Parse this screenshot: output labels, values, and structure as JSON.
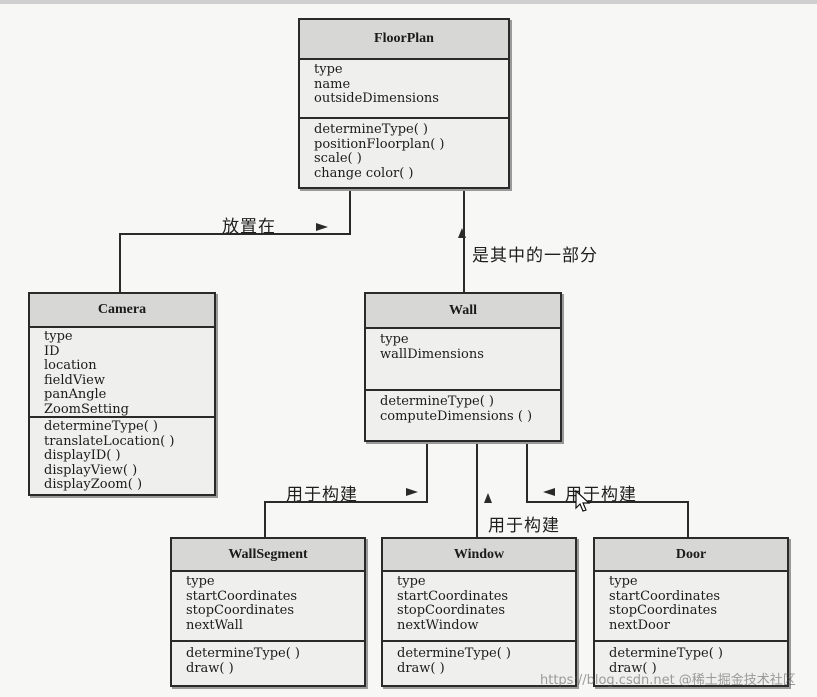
{
  "diagram": {
    "classes": {
      "floorplan": {
        "name": "FloorPlan",
        "attributes": [
          "type",
          "name",
          "outsideDimensions"
        ],
        "methods": [
          "determineType( )",
          "positionFloorplan( )",
          "scale( )",
          "change color( )"
        ]
      },
      "camera": {
        "name": "Camera",
        "attributes": [
          "type",
          "ID",
          "location",
          "fieldView",
          "panAngle",
          "ZoomSetting"
        ],
        "methods": [
          "determineType( )",
          "translateLocation( )",
          "displayID( )",
          "displayView( )",
          "displayZoom( )"
        ]
      },
      "wall": {
        "name": "Wall",
        "attributes": [
          "type",
          "wallDimensions"
        ],
        "methods": [
          "determineType( )",
          "computeDimensions ( )"
        ]
      },
      "wallsegment": {
        "name": "WallSegment",
        "attributes": [
          "type",
          "startCoordinates",
          "stopCoordinates",
          "nextWall"
        ],
        "methods": [
          "determineType( )",
          "draw( )"
        ]
      },
      "window": {
        "name": "Window",
        "attributes": [
          "type",
          "startCoordinates",
          "stopCoordinates",
          "nextWindow"
        ],
        "methods": [
          "determineType( )",
          "draw( )"
        ]
      },
      "door": {
        "name": "Door",
        "attributes": [
          "type",
          "startCoordinates",
          "stopCoordinates",
          "nextDoor"
        ],
        "methods": [
          "determineType( )",
          "draw( )"
        ]
      }
    },
    "relations": {
      "camera_floorplan": "放置在",
      "wall_floorplan": "是其中的一部分",
      "wallsegment_wall": "用于构建",
      "window_wall": "用于构建",
      "door_wall": "用于构建"
    },
    "watermark": "https://blog.csdn.net @稀土掘金技术社区"
  }
}
